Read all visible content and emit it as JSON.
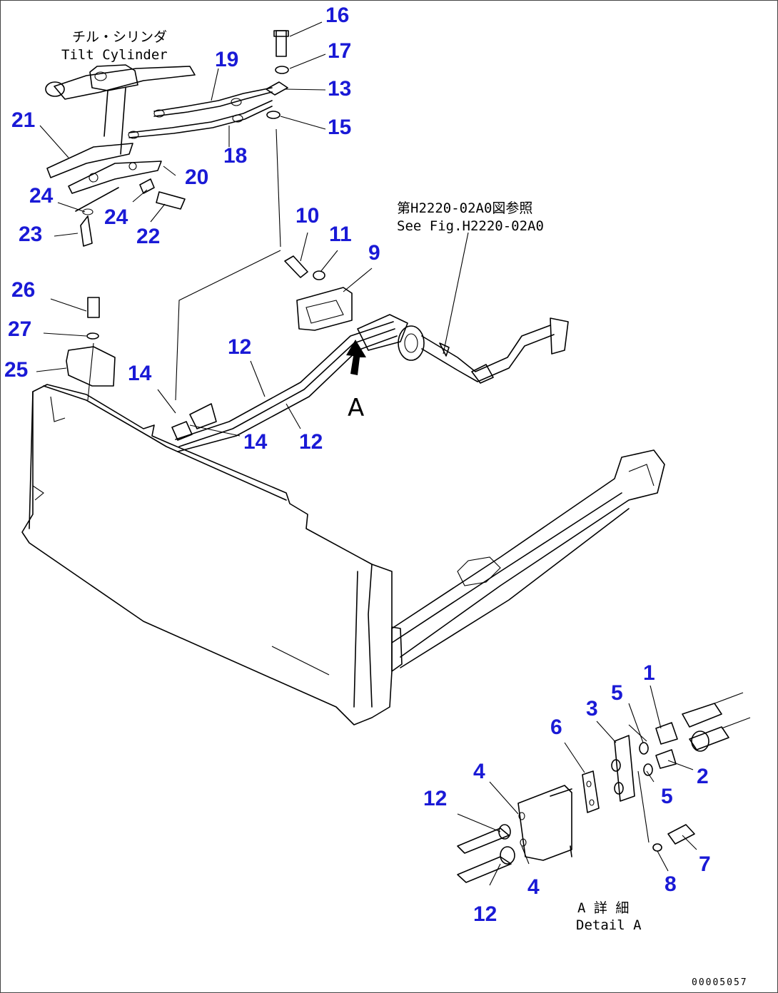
{
  "labels": {
    "tilt_cylinder_jp": "チル・シリンダ",
    "tilt_cylinder_en": "Tilt Cylinder",
    "see_fig_jp": "第H2220-02A0図参照",
    "see_fig_en": "See Fig.H2220-02A0",
    "arrow_letter": "A",
    "detail_jp": "A 詳 細",
    "detail_en": "Detail A",
    "drawing_code": "00005057"
  },
  "part_numbers": {
    "p1": "1",
    "p2": "2",
    "p3": "3",
    "p4a": "4",
    "p4b": "4",
    "p5a": "5",
    "p5b": "5",
    "p6": "6",
    "p7": "7",
    "p8": "8",
    "p9": "9",
    "p10": "10",
    "p11": "11",
    "p12a": "12",
    "p12b": "12",
    "p12c": "12",
    "p12d": "12",
    "p13": "13",
    "p14a": "14",
    "p14b": "14",
    "p15": "15",
    "p16": "16",
    "p17": "17",
    "p18": "18",
    "p19": "19",
    "p20": "20",
    "p21": "21",
    "p22": "22",
    "p23": "23",
    "p24a": "24",
    "p24b": "24",
    "p25": "25",
    "p26": "26",
    "p27": "27"
  },
  "colors": {
    "part_number": "#1a1ad6",
    "linework": "#000000"
  }
}
